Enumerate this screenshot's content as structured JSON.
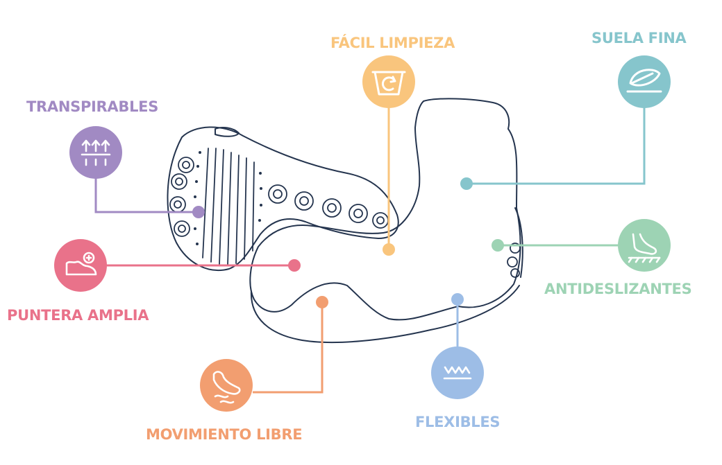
{
  "features": {
    "facil_limpieza": {
      "label": "FÁCIL LIMPIEZA",
      "color": "#F9C57D",
      "icon": "wash-icon"
    },
    "suela_fina": {
      "label": "SUELA FINA",
      "color": "#86C5CC",
      "icon": "thin-sole-leaf-icon"
    },
    "transpirables": {
      "label": "TRANSPIRABLES",
      "color": "#A18AC3",
      "icon": "breathable-arrows-icon"
    },
    "puntera_amplia": {
      "label": "PUNTERA AMPLIA",
      "color": "#E9728A",
      "icon": "wide-toe-shoe-icon"
    },
    "antideslizantes": {
      "label": "ANTIDESLIZANTES",
      "color": "#9DD3B4",
      "icon": "non-slip-foot-icon"
    },
    "movimiento_libre": {
      "label": "MOVIMIENTO LIBRE",
      "color": "#F29E70",
      "icon": "free-movement-foot-icon"
    },
    "flexibles": {
      "label": "FLEXIBLES",
      "color": "#9DBDE6",
      "icon": "flexible-wave-icon"
    }
  },
  "outline_color": "#24344E"
}
